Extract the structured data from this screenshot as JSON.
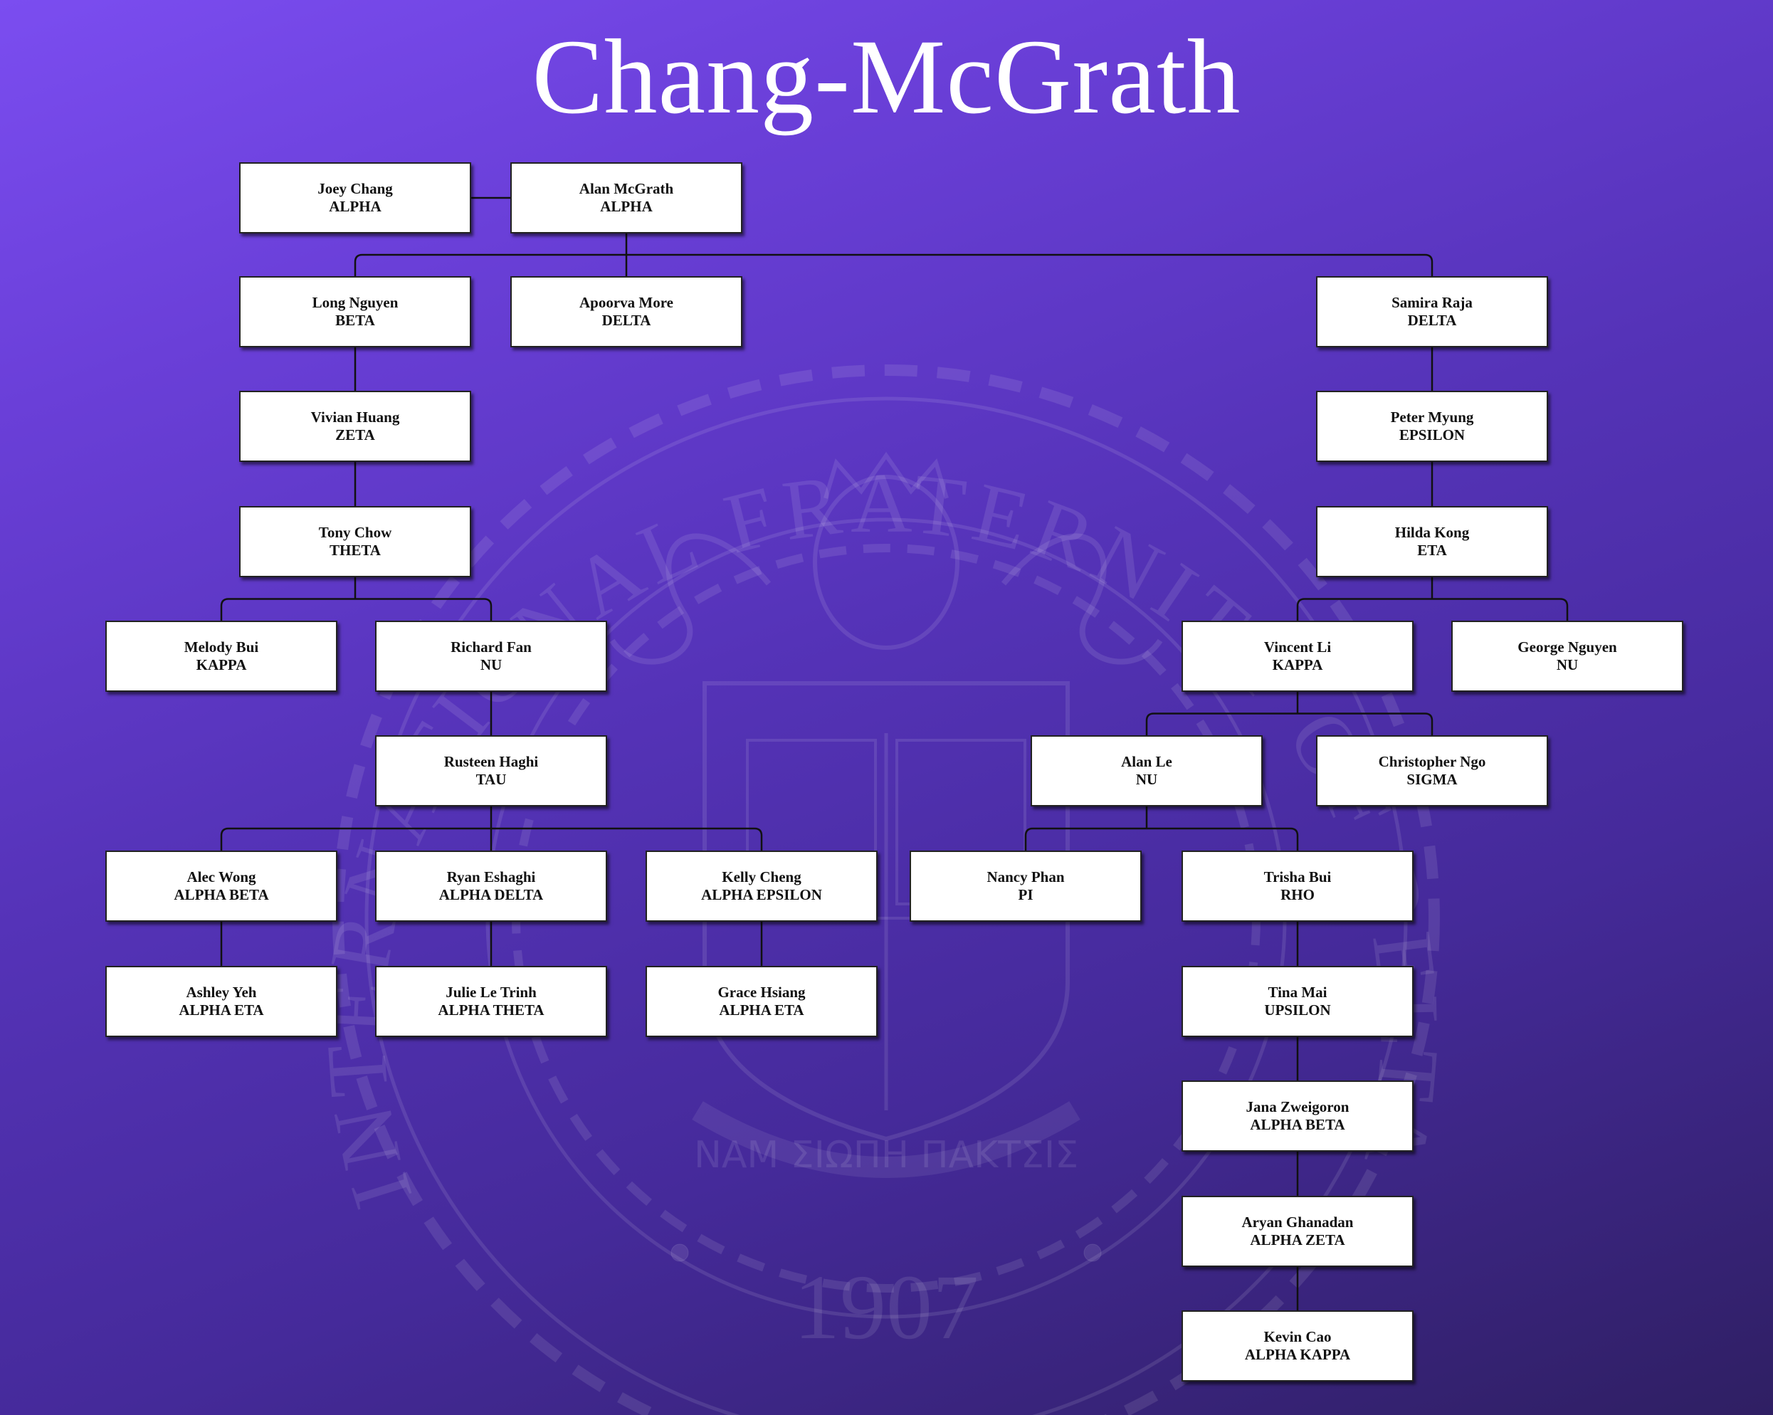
{
  "title": "Chang-McGrath",
  "seal": {
    "text": "INTERNATIONAL FRATERNITY OF DELTA SIGMA PI",
    "motto": "ΝΑΜ ΣΙΩΠΗ ΠΑΚΤΣΙΣ",
    "year": "1907"
  },
  "members": [
    {
      "id": "joey",
      "name": "Joey Chang",
      "chapter": "ALPHA"
    },
    {
      "id": "alanm",
      "name": "Alan McGrath",
      "chapter": "ALPHA"
    },
    {
      "id": "long",
      "name": "Long Nguyen",
      "chapter": "BETA"
    },
    {
      "id": "apoorva",
      "name": "Apoorva More",
      "chapter": "DELTA"
    },
    {
      "id": "samira",
      "name": "Samira Raja",
      "chapter": "DELTA"
    },
    {
      "id": "vivian",
      "name": "Vivian Huang",
      "chapter": "ZETA"
    },
    {
      "id": "peter",
      "name": "Peter Myung",
      "chapter": "EPSILON"
    },
    {
      "id": "tony",
      "name": "Tony Chow",
      "chapter": "THETA"
    },
    {
      "id": "hilda",
      "name": "Hilda Kong",
      "chapter": "ETA"
    },
    {
      "id": "melody",
      "name": "Melody Bui",
      "chapter": "KAPPA"
    },
    {
      "id": "richard",
      "name": "Richard Fan",
      "chapter": "NU"
    },
    {
      "id": "vincent",
      "name": "Vincent Li",
      "chapter": "KAPPA"
    },
    {
      "id": "george",
      "name": "George Nguyen",
      "chapter": "NU"
    },
    {
      "id": "rusteen",
      "name": "Rusteen Haghi",
      "chapter": "TAU"
    },
    {
      "id": "alanle",
      "name": "Alan Le",
      "chapter": "NU"
    },
    {
      "id": "christopher",
      "name": "Christopher Ngo",
      "chapter": "SIGMA"
    },
    {
      "id": "alec",
      "name": "Alec Wong",
      "chapter": "ALPHA BETA"
    },
    {
      "id": "ryan",
      "name": "Ryan Eshaghi",
      "chapter": "ALPHA DELTA"
    },
    {
      "id": "kelly",
      "name": "Kelly Cheng",
      "chapter": "ALPHA EPSILON"
    },
    {
      "id": "nancy",
      "name": "Nancy Phan",
      "chapter": "PI"
    },
    {
      "id": "trisha",
      "name": "Trisha Bui",
      "chapter": "RHO"
    },
    {
      "id": "ashley",
      "name": "Ashley Yeh",
      "chapter": "ALPHA ETA"
    },
    {
      "id": "julie",
      "name": "Julie Le Trinh",
      "chapter": "ALPHA THETA"
    },
    {
      "id": "grace",
      "name": "Grace Hsiang",
      "chapter": "ALPHA ETA"
    },
    {
      "id": "tina",
      "name": "Tina Mai",
      "chapter": "UPSILON"
    },
    {
      "id": "jana",
      "name": "Jana Zweigoron",
      "chapter": "ALPHA BETA"
    },
    {
      "id": "aryan",
      "name": "Aryan Ghanadan",
      "chapter": "ALPHA ZETA"
    },
    {
      "id": "kevin",
      "name": "Kevin Cao",
      "chapter": "ALPHA KAPPA"
    }
  ],
  "pairs": [
    [
      "joey",
      "alanm"
    ]
  ],
  "links": [
    {
      "parent": "alanm",
      "children": [
        "long",
        "apoorva",
        "samira"
      ]
    },
    {
      "parent": "long",
      "children": [
        "vivian"
      ]
    },
    {
      "parent": "vivian",
      "children": [
        "tony"
      ]
    },
    {
      "parent": "tony",
      "children": [
        "melody",
        "richard"
      ]
    },
    {
      "parent": "richard",
      "children": [
        "rusteen"
      ]
    },
    {
      "parent": "rusteen",
      "children": [
        "alec",
        "ryan",
        "kelly"
      ]
    },
    {
      "parent": "alec",
      "children": [
        "ashley"
      ]
    },
    {
      "parent": "ryan",
      "children": [
        "julie"
      ]
    },
    {
      "parent": "kelly",
      "children": [
        "grace"
      ]
    },
    {
      "parent": "samira",
      "children": [
        "peter"
      ]
    },
    {
      "parent": "peter",
      "children": [
        "hilda"
      ]
    },
    {
      "parent": "hilda",
      "children": [
        "vincent",
        "george"
      ]
    },
    {
      "parent": "vincent",
      "children": [
        "alanle",
        "christopher"
      ]
    },
    {
      "parent": "alanle",
      "children": [
        "nancy",
        "trisha"
      ]
    },
    {
      "parent": "trisha",
      "children": [
        "tina"
      ]
    },
    {
      "parent": "tina",
      "children": [
        "jana"
      ]
    },
    {
      "parent": "jana",
      "children": [
        "aryan"
      ]
    },
    {
      "parent": "aryan",
      "children": [
        "kevin"
      ]
    }
  ]
}
